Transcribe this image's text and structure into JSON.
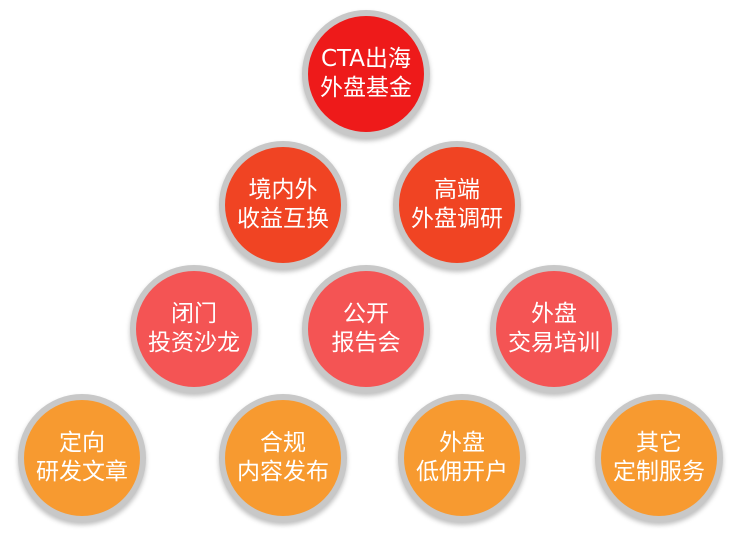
{
  "nodes": {
    "cta": {
      "line1": "CTA出海",
      "line2": "外盘基金"
    },
    "jingnei": {
      "line1": "境内外",
      "line2": "收益互换"
    },
    "gaoduan": {
      "line1": "高端",
      "line2": "外盘调研"
    },
    "bimen": {
      "line1": "闭门",
      "line2": "投资沙龙"
    },
    "gongkai": {
      "line1": "公开",
      "line2": "报告会"
    },
    "waipan": {
      "line1": "外盘",
      "line2": "交易培训"
    },
    "dingxiang": {
      "line1": "定向",
      "line2": "研发文章"
    },
    "hegui": {
      "line1": "合规",
      "line2": "内容发布"
    },
    "dijia": {
      "line1": "外盘",
      "line2": "低佣开户"
    },
    "qita": {
      "line1": "其它",
      "line2": "定制服务"
    }
  },
  "colors": {
    "level1": "#ee1a1a",
    "level2": "#f04423",
    "level3": "#f45454",
    "level4": "#f79a30",
    "ring": "#c8c8c8",
    "text": "#ffffff"
  }
}
